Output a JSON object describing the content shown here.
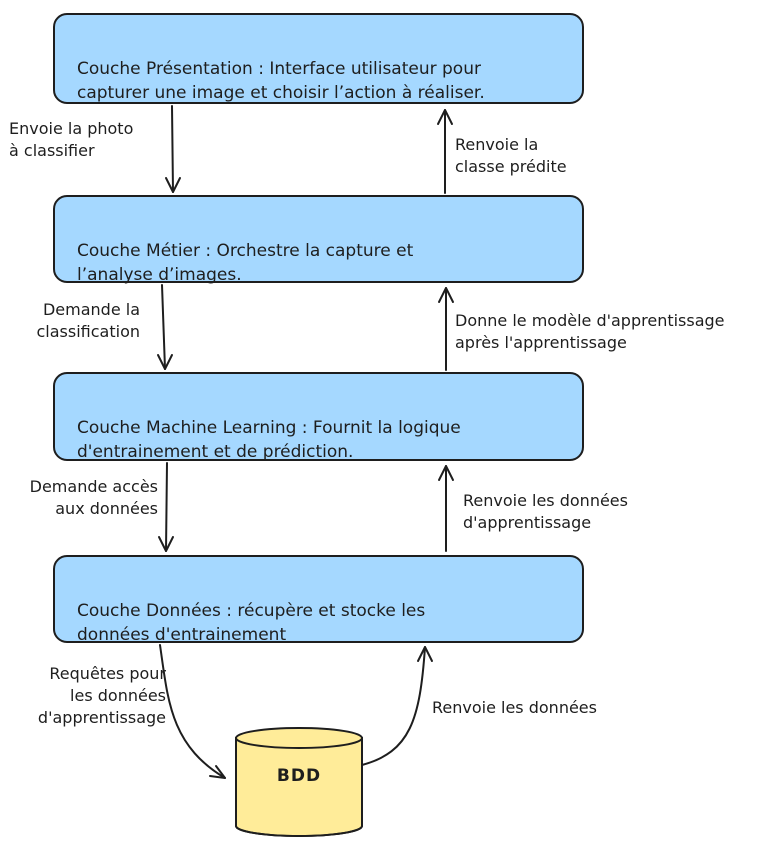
{
  "layers": {
    "presentation": "Couche Présentation : Interface utilisateur pour\ncapturer une image et choisir l’action à réaliser.",
    "metier": "Couche Métier : Orchestre la capture et\nl’analyse d’images.",
    "ml": "Couche Machine Learning : Fournit la logique\nd'entrainement et de prédiction.",
    "donnees": "Couche Données : récupère et stocke les\ndonnées d'entrainement"
  },
  "database": {
    "label": "BDD",
    "fill_color": "#ffec99"
  },
  "arrows": {
    "envoie_photo": "Envoie la photo\nà classifier",
    "renvoie_classe": "Renvoie la\nclasse prédite",
    "demande_classification": "Demande la\nclassification",
    "donne_modele": "Donne le modèle d'apprentissage\naprès l'apprentissage",
    "demande_acces": "Demande accès\naux données",
    "renvoie_donnees_apprentissage": "Renvoie les données\nd'apprentissage",
    "requetes": "Requêtes pour\nles données\nd'apprentissage",
    "renvoie_donnees": "Renvoie les données"
  },
  "colors": {
    "layer_fill": "#a5d8ff",
    "stroke": "#1e1e1e"
  }
}
